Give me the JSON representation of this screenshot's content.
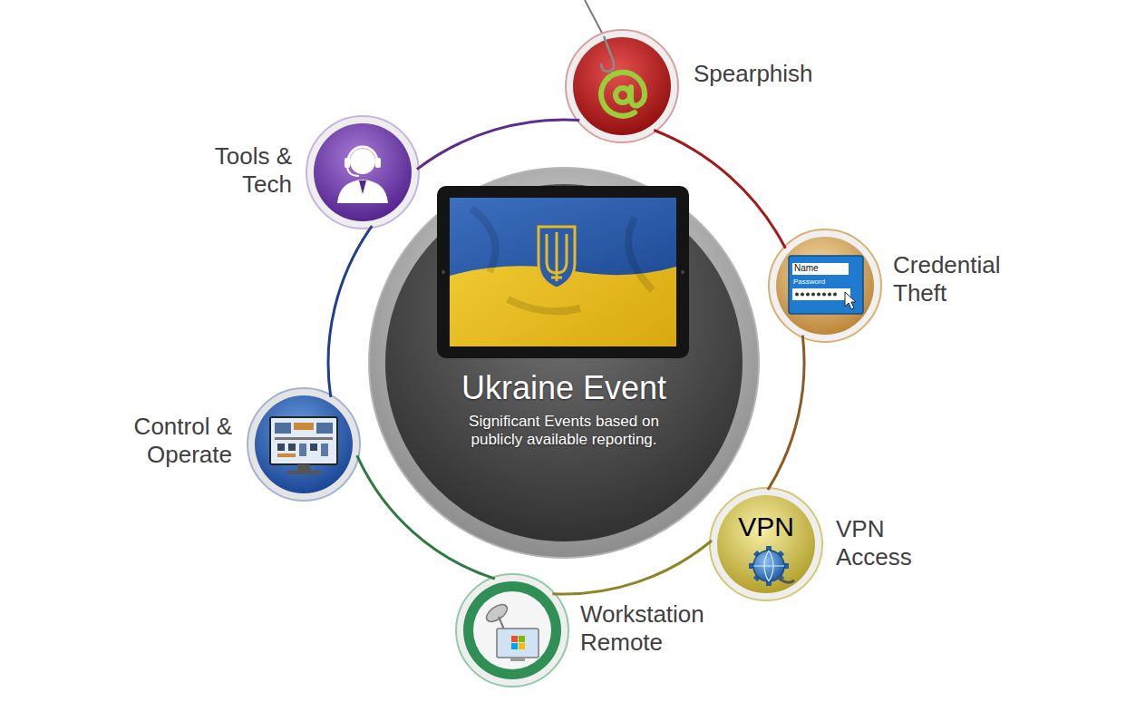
{
  "diagram": {
    "nodes": [
      {
        "text": [
          "Ukraine Event",
          "Significant Events based on publicly available reporting."
        ]
      },
      {
        "text": [
          "Spearphish"
        ]
      },
      {
        "text": [
          "Tools & Tech"
        ]
      },
      {
        "text": [
          "Credential Theft"
        ]
      },
      {
        "text": [
          "Control & Operate"
        ]
      },
      {
        "text": [
          "VPN Access"
        ]
      },
      {
        "text": [
          "Workstation Remote"
        ]
      }
    ],
    "edges": [
      {
        "from": 1,
        "to": 3,
        "arrow": "none"
      },
      {
        "from": 3,
        "to": 5,
        "arrow": "none"
      },
      {
        "from": 5,
        "to": 6,
        "arrow": "none"
      },
      {
        "from": 6,
        "to": 4,
        "arrow": "none"
      },
      {
        "from": 4,
        "to": 2,
        "arrow": "none"
      },
      {
        "from": 2,
        "to": 1,
        "arrow": "none"
      }
    ],
    "labels": [
      "Name",
      "Password",
      "VPN"
    ]
  }
}
